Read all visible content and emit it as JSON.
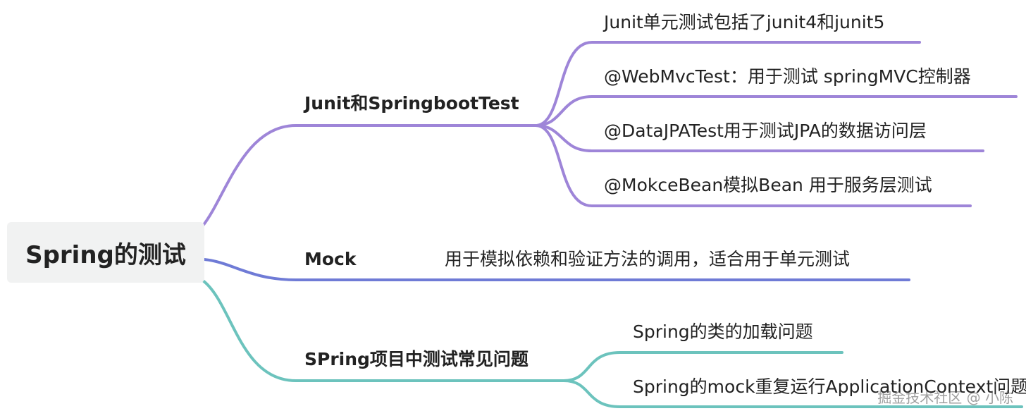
{
  "colors": {
    "branch_1": "#9e85d8",
    "branch_2": "#6f7bd6",
    "branch_3": "#6cc3bd",
    "root_bg": "#f1f2f2",
    "text": "#222222"
  },
  "root": {
    "label": "Spring的测试"
  },
  "branches": [
    {
      "label": "Junit和SpringbootTest",
      "children": [
        "Junit单元测试包括了junit4和junit5",
        "@WebMvcTest：用于测试 springMVC控制器",
        "@DataJPATest用于测试JPA的数据访问层",
        "@MokceBean模拟Bean 用于服务层测试"
      ]
    },
    {
      "label": "Mock",
      "children": [
        "用于模拟依赖和验证方法的调用，适合用于单元测试"
      ]
    },
    {
      "label": "SPring项目中测试常见问题",
      "children": [
        "Spring的类的加载问题",
        "Spring的mock重复运行ApplicationContext问题"
      ]
    }
  ],
  "watermark": "掘金技术社区 @ 小陈"
}
